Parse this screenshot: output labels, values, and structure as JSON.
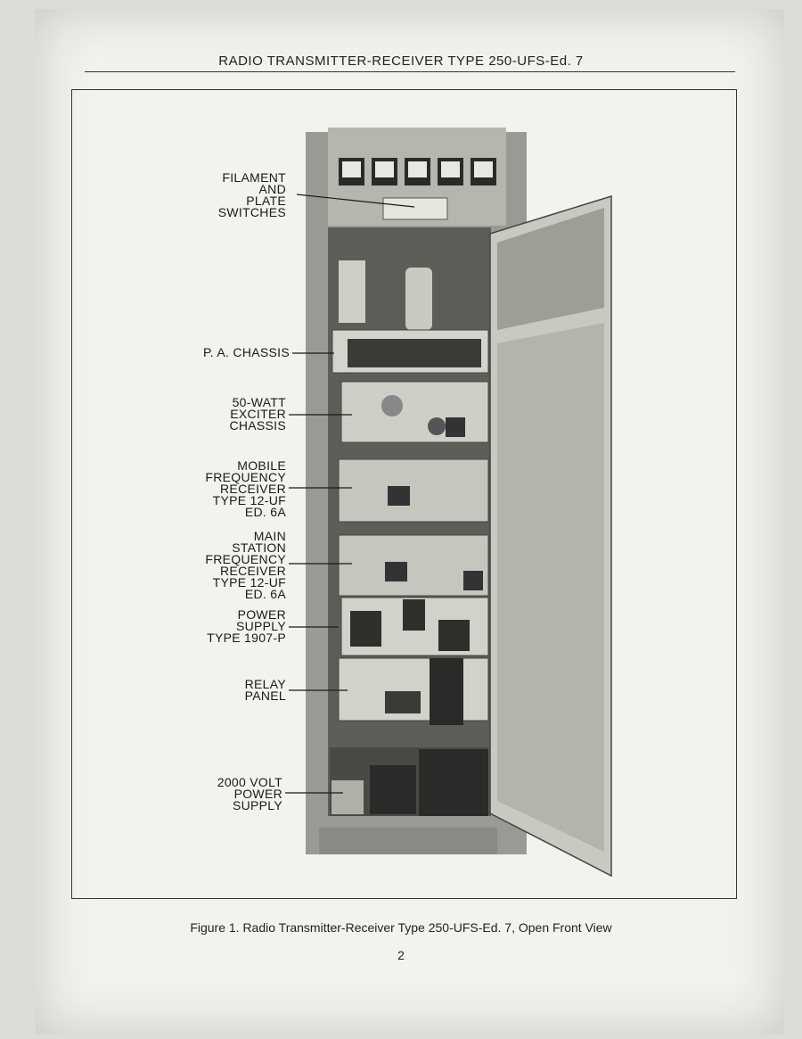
{
  "header": {
    "title": "RADIO TRANSMITTER-RECEIVER TYPE 250-UFS-Ed. 7"
  },
  "callouts": [
    {
      "lines": [
        "FILAMENT",
        "AND",
        "PLATE",
        "SWITCHES"
      ]
    },
    {
      "lines": [
        "P. A. CHASSIS"
      ]
    },
    {
      "lines": [
        "50-WATT",
        "EXCITER",
        "CHASSIS"
      ]
    },
    {
      "lines": [
        "MOBILE",
        "FREQUENCY",
        "RECEIVER",
        "TYPE 12-UF",
        "ED. 6A"
      ]
    },
    {
      "lines": [
        "MAIN",
        "STATION",
        "FREQUENCY",
        "RECEIVER",
        "TYPE 12-UF",
        "ED. 6A"
      ]
    },
    {
      "lines": [
        "POWER",
        "SUPPLY",
        "TYPE 1907-P"
      ]
    },
    {
      "lines": [
        "RELAY",
        "PANEL"
      ]
    },
    {
      "lines": [
        "2000 VOLT",
        "POWER",
        "SUPPLY"
      ]
    }
  ],
  "caption": "Figure 1.   Radio Transmitter-Receiver Type 250-UFS-Ed. 7, Open Front View",
  "page_number": "2"
}
